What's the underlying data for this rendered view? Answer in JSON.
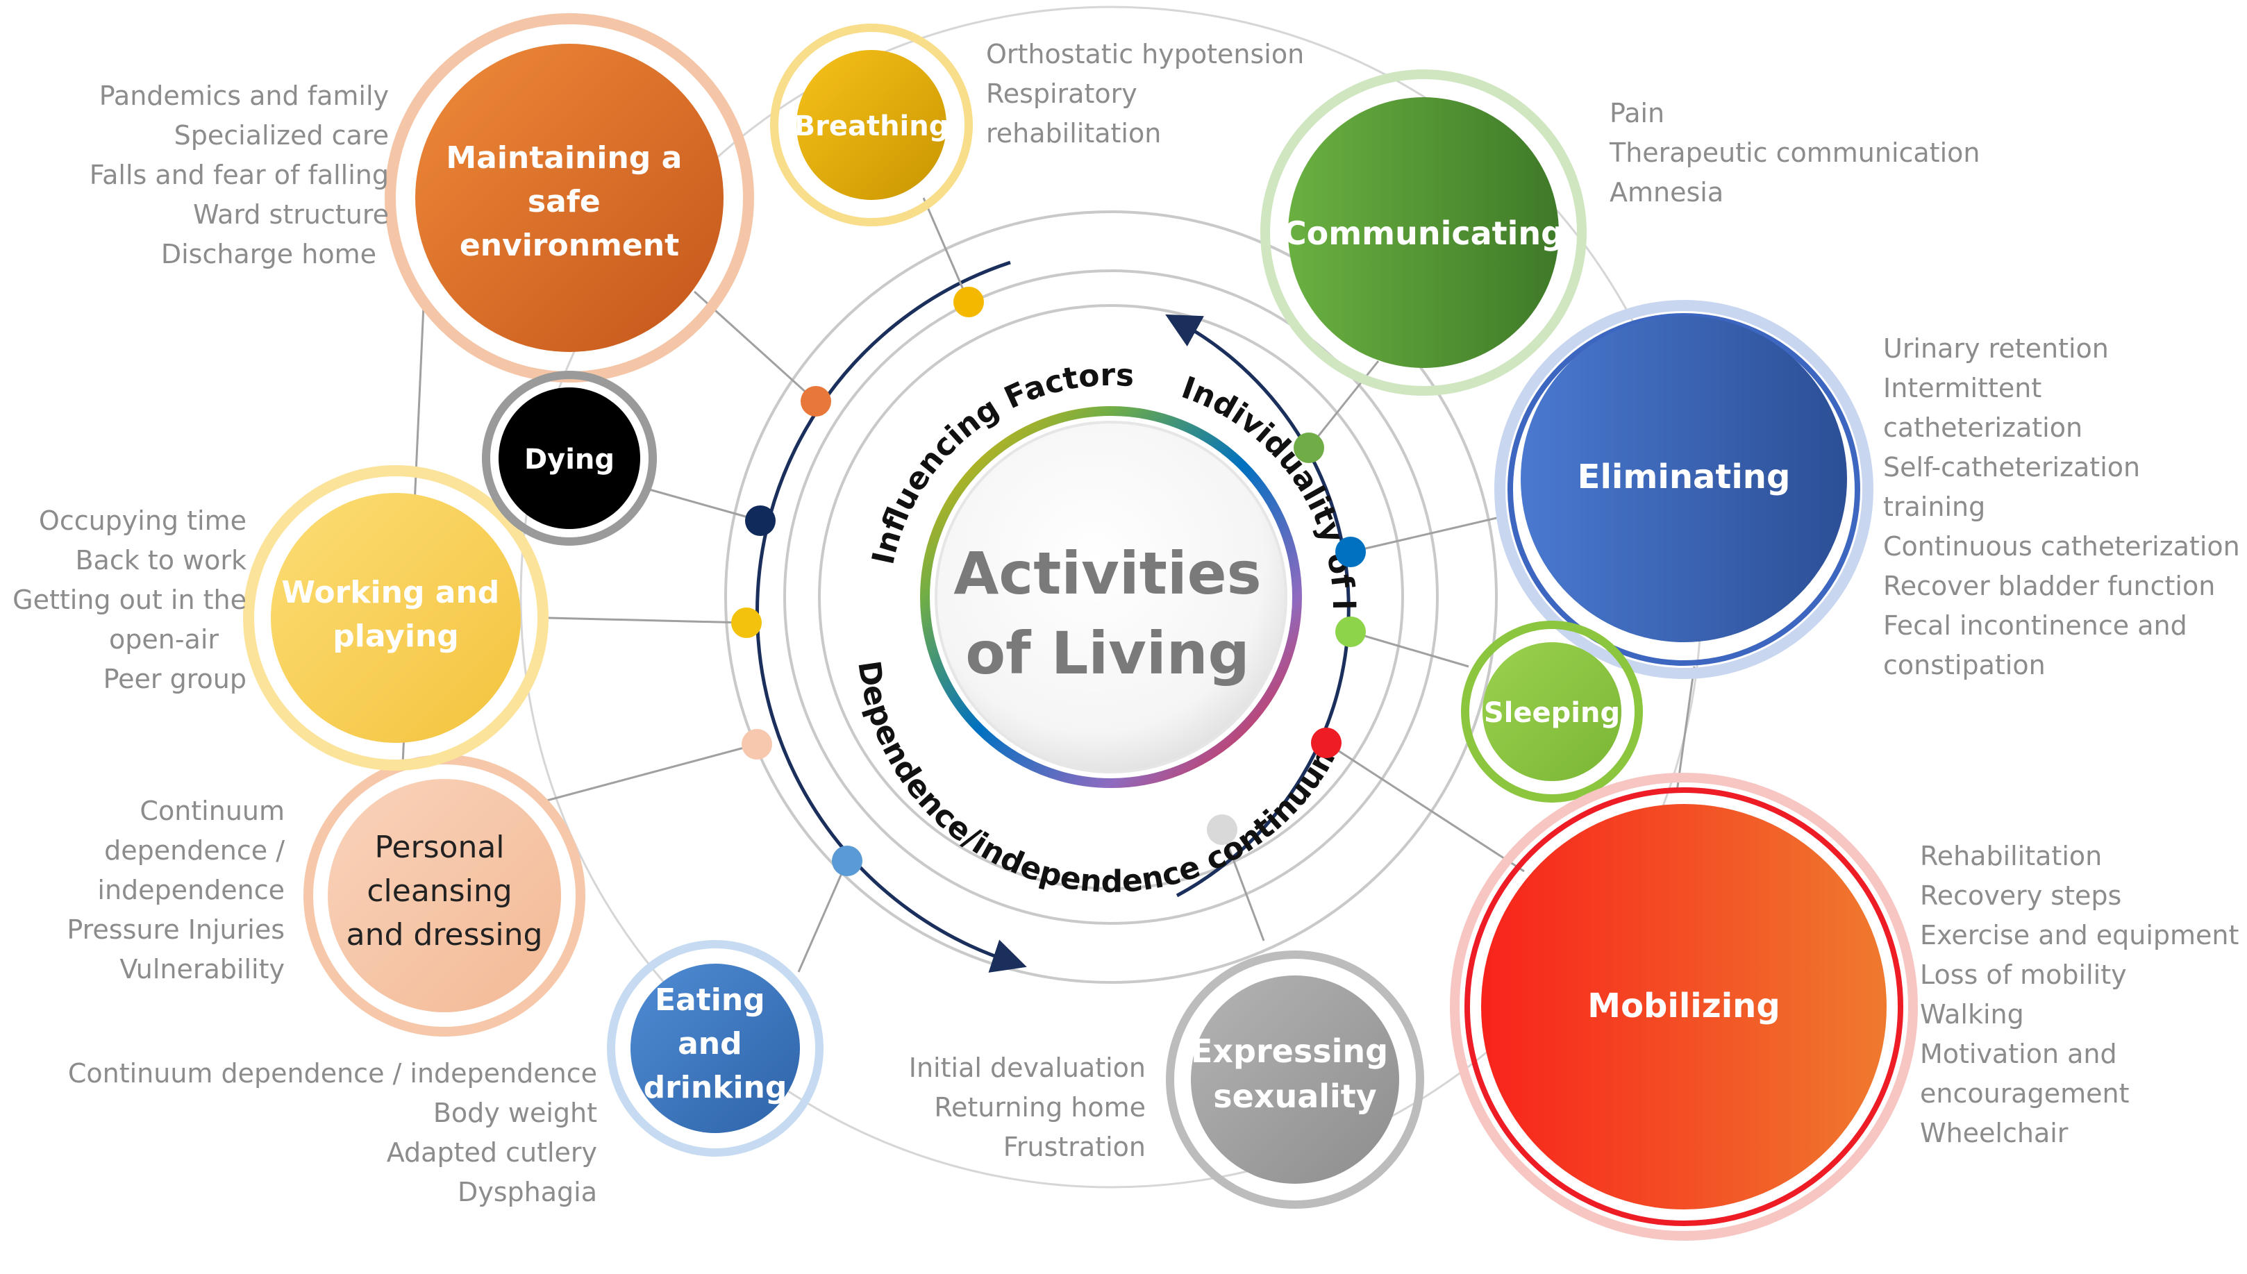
{
  "center": {
    "title_line1": "Activities",
    "title_line2": "of Living",
    "ring_labels": {
      "influencing": "Influencing Factors",
      "individuality": "Individuality of life",
      "dependence_right": "Dependence/independence continuum",
      "dependence_left": "Dependence/independence continuum"
    }
  },
  "activities": [
    {
      "id": "safe",
      "label_lines": [
        "Maintaining a",
        "safe",
        "environment"
      ],
      "color": "#d9611f",
      "notes": [
        "Pandemics and family",
        "Specialized care",
        "Falls and fear of falling",
        "Ward structure",
        "Discharge home"
      ]
    },
    {
      "id": "breathing",
      "label_lines": [
        "Breathing"
      ],
      "color": "#f2b200",
      "notes": [
        "Orthostatic hypotension",
        "Respiratory",
        "rehabilitation"
      ]
    },
    {
      "id": "communicating",
      "label_lines": [
        "Communicating"
      ],
      "color": "#4f8f2f",
      "notes": [
        "Pain",
        "Therapeutic communication",
        "Amnesia"
      ]
    },
    {
      "id": "eliminating",
      "label_lines": [
        "Eliminating"
      ],
      "color": "#3a62b8",
      "notes": [
        "Urinary retention",
        "Intermittent",
        "catheterization",
        "Self-catheterization",
        "training",
        "Continuous catheterization",
        "Recover bladder function",
        "Fecal incontinence and",
        "constipation"
      ]
    },
    {
      "id": "sleeping",
      "label_lines": [
        "Sleeping"
      ],
      "color": "#8cc63f",
      "notes": []
    },
    {
      "id": "mobilizing",
      "label_lines": [
        "Mobilizing"
      ],
      "color": "#ee3a1a",
      "notes": [
        "Rehabilitation",
        "Recovery steps",
        "Exercise and equipment",
        "Loss of mobility",
        "Walking",
        "Motivation and",
        "encouragement",
        "Wheelchair"
      ]
    },
    {
      "id": "sexuality",
      "label_lines": [
        "Expressing",
        "sexuality"
      ],
      "color": "#a6a6a6",
      "notes": [
        "Initial devaluation",
        "Returning home",
        "Frustration"
      ]
    },
    {
      "id": "eating",
      "label_lines": [
        "Eating",
        "and",
        "drinking"
      ],
      "color": "#3c78c0",
      "notes": [
        "Continuum dependence / independence",
        "Body weight",
        "Adapted cutlery",
        "Dysphagia"
      ]
    },
    {
      "id": "cleansing",
      "label_lines": [
        "Personal",
        "cleansing",
        "and dressing"
      ],
      "color": "#f6c4a4",
      "notes": [
        "Continuum",
        "dependence /",
        "independence",
        "Pressure Injuries",
        "Vulnerability"
      ]
    },
    {
      "id": "working",
      "label_lines": [
        "Working and",
        "playing"
      ],
      "color": "#fbd35a",
      "notes": [
        "Occupying time",
        "Back to work",
        "Getting out in the",
        "open-air",
        "Peer group"
      ]
    },
    {
      "id": "dying",
      "label_lines": [
        "Dying"
      ],
      "color": "#000000",
      "notes": []
    }
  ],
  "dot_colors": {
    "breathing": "#f5b800",
    "safe": "#e8773a",
    "dying": "#102a5c",
    "working": "#f3c20c",
    "cleansing": "#f7c8ad",
    "eating": "#5b9bd5",
    "communicating": "#70ad47",
    "eliminating": "#0070c0",
    "sleeping": "#8dd44a",
    "mobilizing": "#ee1c25",
    "sexuality": "#d9d9d9"
  }
}
